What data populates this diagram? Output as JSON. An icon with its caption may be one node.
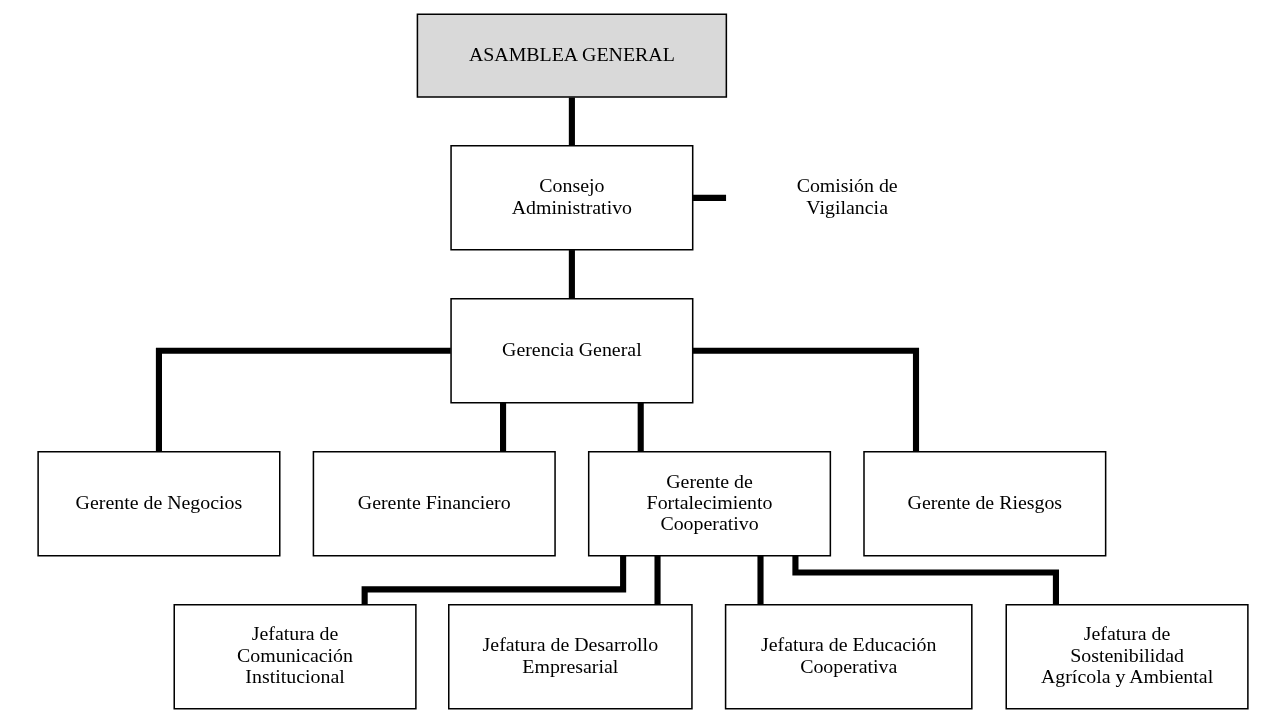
{
  "diagram": {
    "nodes": [
      {
        "text": [
          "ASAMBLEA GENERAL"
        ]
      },
      {
        "text": [
          "Consejo Administrativo"
        ]
      },
      {
        "text": [
          "Comisión de Vigilancia"
        ]
      },
      {
        "text": [
          "Gerencia General"
        ]
      },
      {
        "text": [
          "Gerente de Negocios"
        ]
      },
      {
        "text": [
          "Gerente Financiero"
        ]
      },
      {
        "text": [
          "Gerente de Fortalecimiento Cooperativo"
        ]
      },
      {
        "text": [
          "Gerente de Riesgos"
        ]
      },
      {
        "text": [
          "Jefatura de Comunicación Institucional"
        ]
      },
      {
        "text": [
          "Jefatura de Desarrollo Empresarial"
        ]
      },
      {
        "text": [
          "Jefatura de Educación Cooperativa"
        ]
      },
      {
        "text": [
          "Jefatura de Sostenibilidad Agrícola y Ambiental"
        ]
      }
    ],
    "edges": [
      {
        "from": 0,
        "to": 1,
        "arrow": "none"
      },
      {
        "from": 1,
        "to": 2,
        "arrow": "none"
      },
      {
        "from": 1,
        "to": 3,
        "arrow": "none"
      },
      {
        "from": 3,
        "to": 4,
        "arrow": "none"
      },
      {
        "from": 3,
        "to": 5,
        "arrow": "none"
      },
      {
        "from": 3,
        "to": 6,
        "arrow": "none"
      },
      {
        "from": 3,
        "to": 7,
        "arrow": "none"
      },
      {
        "from": 6,
        "to": 8,
        "arrow": "none"
      },
      {
        "from": 6,
        "to": 9,
        "arrow": "none"
      },
      {
        "from": 6,
        "to": 10,
        "arrow": "none"
      },
      {
        "from": 6,
        "to": 11,
        "arrow": "none"
      }
    ]
  }
}
